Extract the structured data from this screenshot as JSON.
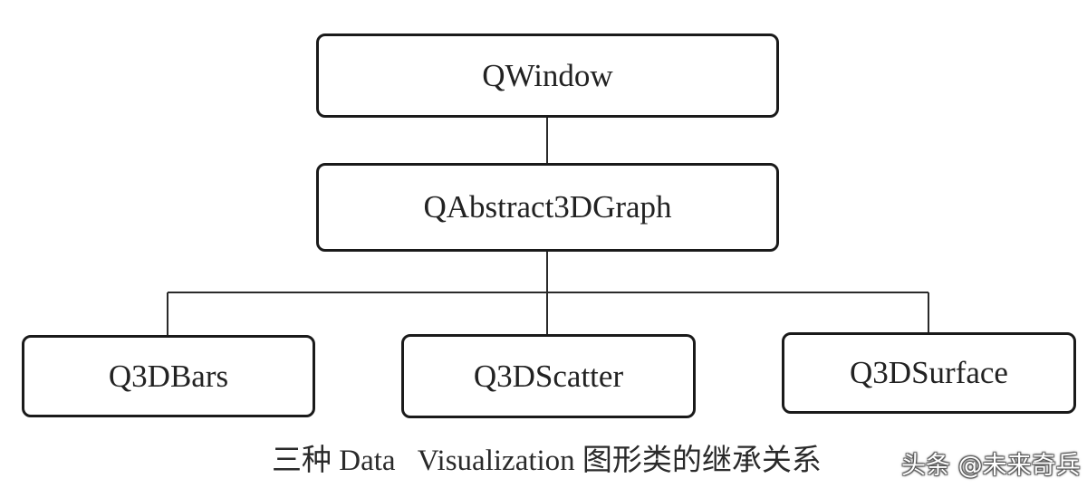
{
  "diagram": {
    "nodes": {
      "qwindow": "QWindow",
      "qabstract3dgraph": "QAbstract3DGraph",
      "q3dbars": "Q3DBars",
      "q3dscatter": "Q3DScatter",
      "q3dsurface": "Q3DSurface"
    },
    "caption": "三种 Data   Visualization 图形类的继承关系",
    "watermark": "头条 @未来奇兵"
  }
}
